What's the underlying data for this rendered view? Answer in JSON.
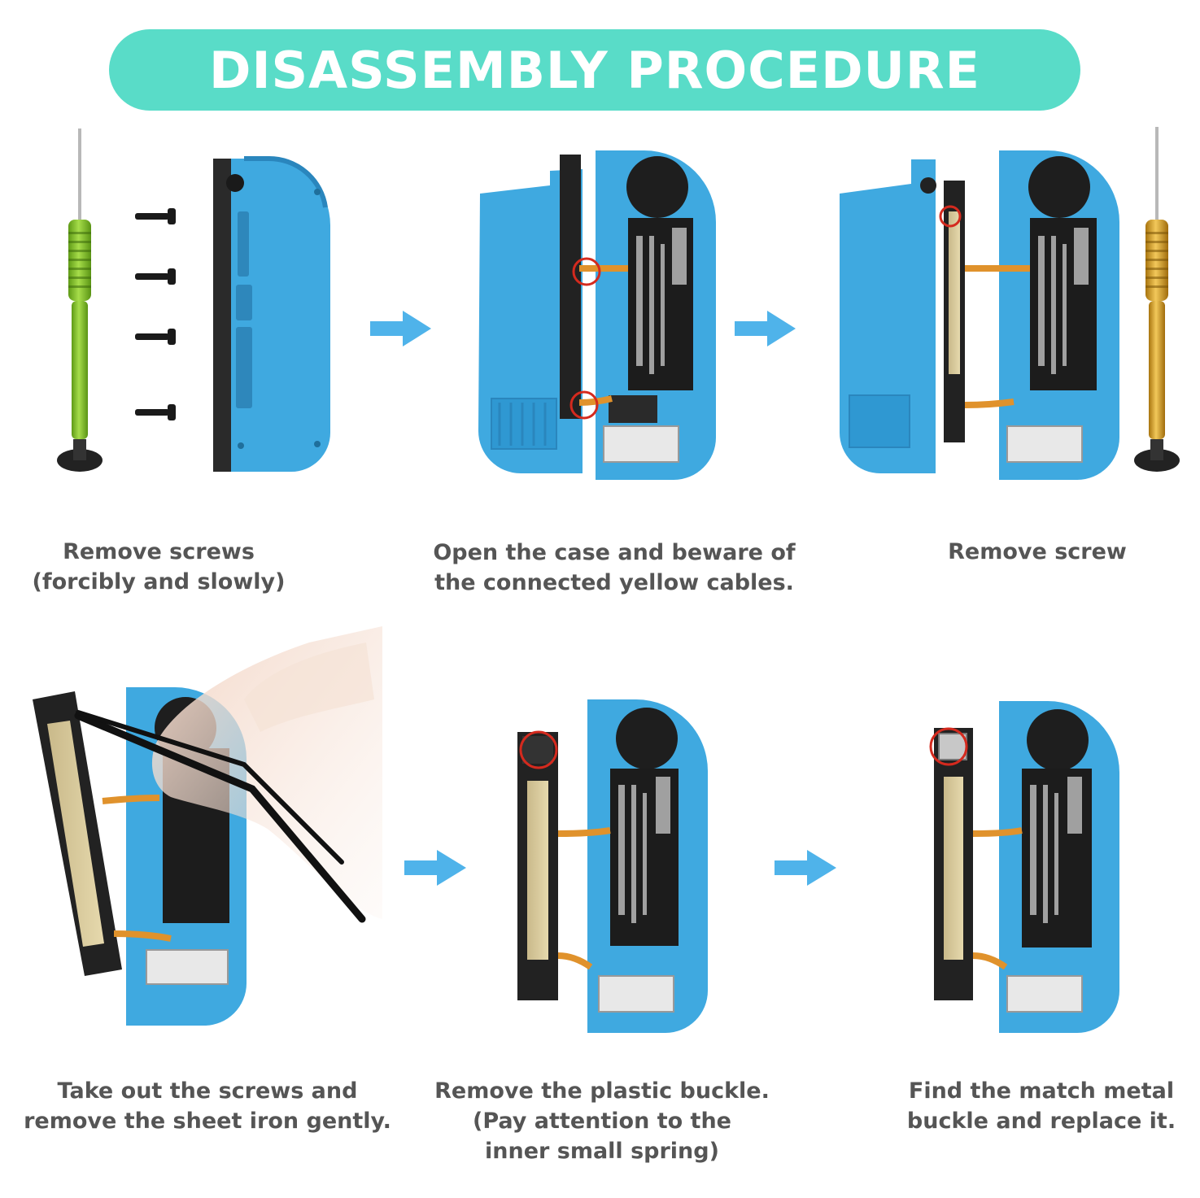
{
  "banner": {
    "title": "DISASSEMBLY PROCEDURE"
  },
  "steps": [
    {
      "caption": [
        "Remove screws",
        "(forcibly and slowly)"
      ]
    },
    {
      "caption": [
        "Open the case and beware of",
        "the connected yellow cables."
      ]
    },
    {
      "caption": [
        "Remove screw"
      ]
    },
    {
      "caption": [
        "Take out the screws and",
        "remove the sheet iron gently."
      ]
    },
    {
      "caption": [
        "Remove the plastic buckle.",
        "(Pay attention to the",
        "inner small spring)"
      ]
    },
    {
      "caption": [
        "Find the match metal",
        "buckle and replace it."
      ]
    }
  ],
  "colors": {
    "banner": "#59dcc8",
    "shell": "#3fa9e0",
    "shell_dark": "#2a86bd",
    "arrow": "#4fb3ea",
    "battery": "#1c1c1c",
    "cable": "#e0922c",
    "screwdriver_green": "#7cbd2a",
    "screwdriver_gold": "#d8a024",
    "highlight_ring": "#d42a1e"
  },
  "icons": [
    "screwdriver-green-icon",
    "screw-icon",
    "joycon-back-icon",
    "arrow-right-icon",
    "battery-icon",
    "tweezers-icon",
    "screwdriver-gold-icon"
  ]
}
